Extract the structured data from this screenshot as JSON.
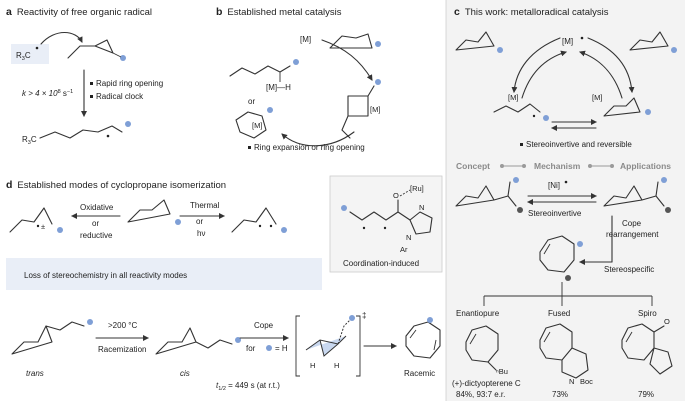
{
  "colors": {
    "accent_blue": "#7f9fd6",
    "panel_c_bg": "#f3f3f3",
    "loss_bg": "#e9eef7",
    "gray_text": "#8a8a8a"
  },
  "panel_a": {
    "letter": "a",
    "title": "Reactivity of free organic radical",
    "reagent": "R",
    "reagent_sub": "3",
    "reagent_after": "C",
    "rate": "k > 4 × 10",
    "rate_exp": "8",
    "rate_unit": " s",
    "rate_unit_exp": "−1",
    "bullet1": "Rapid ring opening",
    "bullet2": "Radical clock",
    "product": "R",
    "product_sub": "3",
    "product_after": "C"
  },
  "panel_b": {
    "letter": "b",
    "title": "Established metal catalysis",
    "metal": "[M]",
    "mh": "[M]—H",
    "or": "or",
    "metallacycle_left": "[M]",
    "metallacycle_right": "[M]",
    "bullet": "Ring expansion or ring opening"
  },
  "panel_c": {
    "letter": "c",
    "title": "This work: metalloradical catalysis",
    "catalyst": "[M]",
    "int_left": "[M]",
    "int_right": "[M]",
    "bullet": "Stereoinvertive and reversible",
    "concept": "Concept",
    "mechanism": "Mechanism",
    "applications": "Applications",
    "ni": "[Ni]",
    "stereoinvertive": "Stereoinvertive",
    "cope1": "Cope",
    "cope2": "rearrangement",
    "stereospecific": "Stereospecific",
    "enantiopure": "Enantiopure",
    "fused": "Fused",
    "spiro": "Spiro",
    "tbu": "ⁿBu",
    "boc_n": "N",
    "boc": "Boc",
    "ketone_o": "O",
    "product1_name": "(+)-dictyopterene C",
    "product1_yield": "84%, 93:7 e.r.",
    "product2_yield": "73%",
    "product3_yield": "79%"
  },
  "panel_d": {
    "letter": "d",
    "title": "Established modes of cyclopropane isomerization",
    "oxidative": "Oxidative",
    "or1": "or",
    "reductive": "reductive",
    "thermal": "Thermal",
    "or2": "or",
    "hv": "hν",
    "ru": "[Ru]",
    "o": "O",
    "n1": "N",
    "n2": "N",
    "ar": "Ar",
    "coord": "Coordination-induced",
    "loss": "Loss of stereochemistry in all reactivity modes",
    "temp": ">200 °C",
    "racemization": "Racemization",
    "trans": "trans",
    "cis": "cis",
    "cope": "Cope",
    "for": "for",
    "eqH": "= H",
    "half": "t",
    "half_sub": "1/2",
    "half_val": " = 449 s (at r.t.)",
    "racemic": "Racemic",
    "dagger": "‡",
    "h": "H"
  }
}
